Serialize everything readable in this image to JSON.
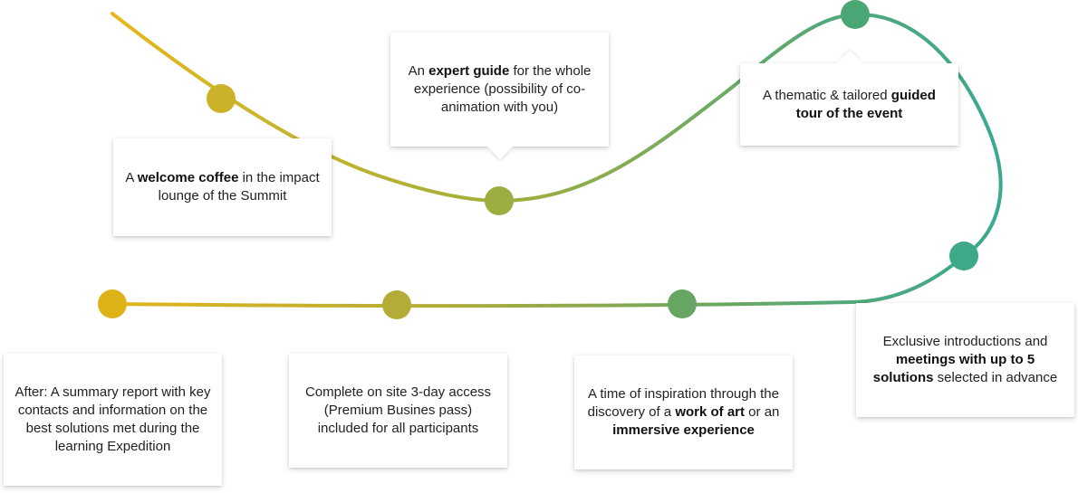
{
  "colors": {
    "gold": "#e0b21a",
    "olive": "#b5ad3a",
    "yellow_green": "#9aaa3a",
    "green": "#6aa563",
    "teal_green": "#4da779",
    "teal": "#3ea98e"
  },
  "steps": [
    {
      "id": "welcome",
      "pre": "A ",
      "bold": "welcome coffee",
      "post": " in the impact lounge of the Summit"
    },
    {
      "id": "guide",
      "pre": "An ",
      "bold": "expert guide",
      "post": " for the whole experience (possibility of co-animation with you)"
    },
    {
      "id": "tour",
      "pre": "A thematic & tailored ",
      "bold": "guided tour of the event",
      "post": ""
    },
    {
      "id": "meetings",
      "pre": "Exclusive introductions and ",
      "bold": "meetings with up to 5 solutions",
      "post": " selected in advance"
    },
    {
      "id": "art",
      "pre": "A time of inspiration through the discovery of a ",
      "bold": "work of art",
      "mid": " or an ",
      "bold2": "immersive experience",
      "post": ""
    },
    {
      "id": "access",
      "pre": "Complete on site 3-day access (Premium Busines pass) included for all participants",
      "bold": "",
      "post": ""
    },
    {
      "id": "report",
      "pre": "After: A summary report with key contacts and information on the best solutions met during the learning Expedition",
      "bold": "",
      "post": ""
    }
  ]
}
